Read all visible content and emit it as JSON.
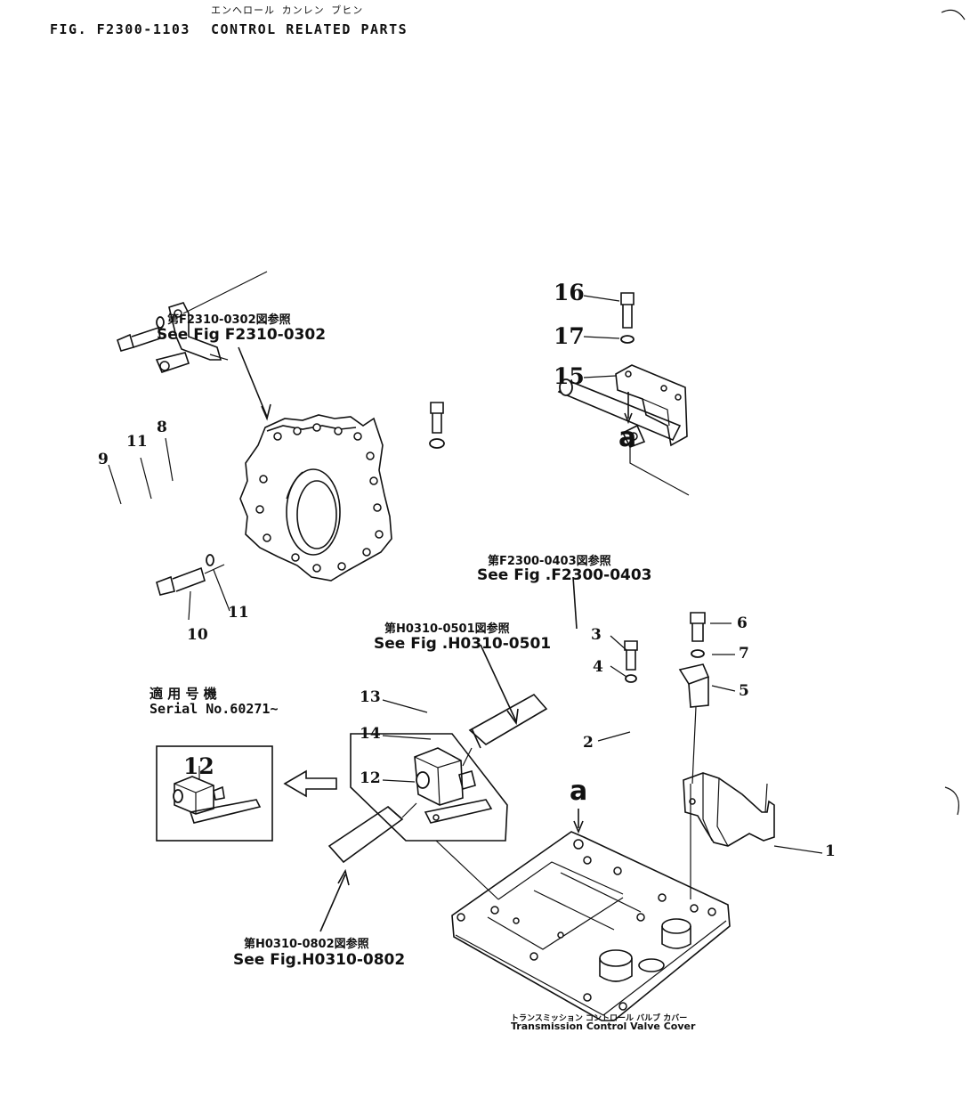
{
  "header": {
    "fig_code": "FIG. F2300-1103",
    "title_jp": "エンヘロール カンレン ブヒン",
    "title_en": "CONTROL RELATED PARTS"
  },
  "references": [
    {
      "id": "f2310",
      "jp": "第F2310-0302図参照",
      "en": "See Fig F2310-0302"
    },
    {
      "id": "f2300",
      "jp": "第F2300-0403図参照",
      "en": "See Fig .F2300-0403"
    },
    {
      "id": "h0501",
      "jp": "第H0310-0501図参照",
      "en": "See Fig .H0310-0501"
    },
    {
      "id": "h0802",
      "jp": "第H0310-0802図参照",
      "en": "See Fig.H0310-0802"
    }
  ],
  "serial": {
    "jp": "適 用 号 機",
    "en": "Serial No.60271~",
    "part_number": "12"
  },
  "callouts": {
    "c1": "1",
    "c2": "2",
    "c3": "3",
    "c4": "4",
    "c5": "5",
    "c6": "6",
    "c7": "7",
    "c8": "8",
    "c9": "9",
    "c10": "10",
    "c11a": "11",
    "c11b": "11",
    "c12": "12",
    "c13": "13",
    "c14": "14",
    "c15": "15",
    "c16": "16",
    "c17": "17"
  },
  "letters": {
    "a_top": "a",
    "a_mid": "a"
  },
  "caption": {
    "jp": "トランスミッション コントロール バルブ カバー",
    "en": "Transmission Control Valve Cover"
  }
}
